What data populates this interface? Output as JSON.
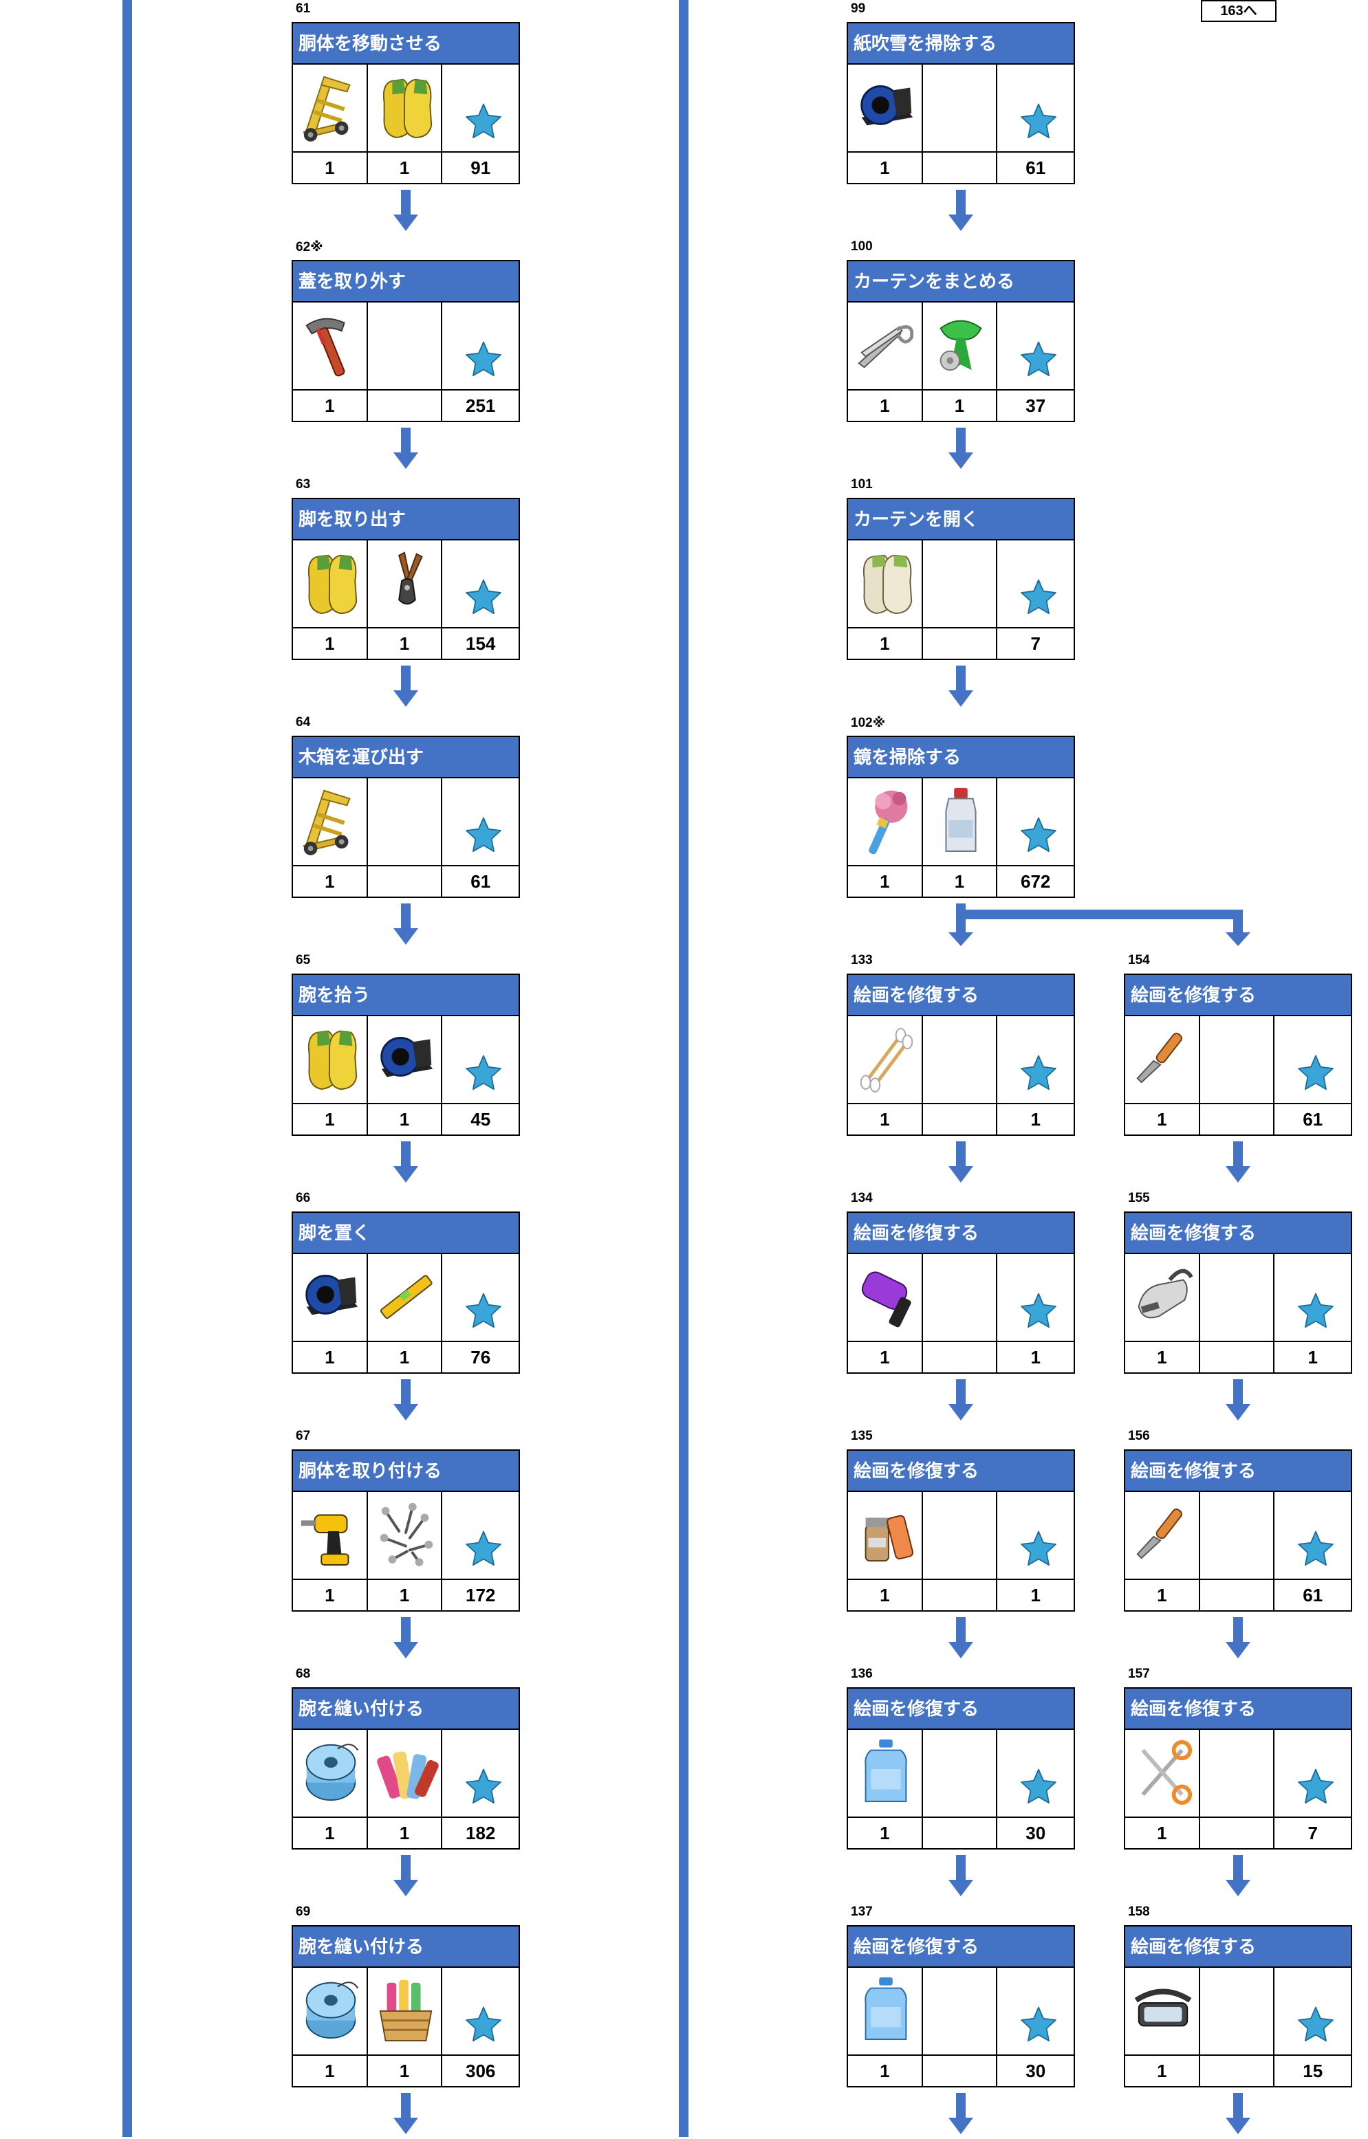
{
  "goto_button": "163へ",
  "accent_color": "#4472c4",
  "steps": [
    {
      "num": "61",
      "title": "胴体を移動させる",
      "items": [
        "hand-truck-icon",
        "work-gloves-icon"
      ],
      "counts": [
        "1",
        "1",
        "91"
      ]
    },
    {
      "num": "62※",
      "title": "蓋を取り外す",
      "items": [
        "claw-hammer-icon"
      ],
      "counts": [
        "1",
        "",
        "251"
      ]
    },
    {
      "num": "63",
      "title": "脚を取り出す",
      "items": [
        "work-gloves-icon",
        "bolt-cutter-icon"
      ],
      "counts": [
        "1",
        "1",
        "154"
      ]
    },
    {
      "num": "64",
      "title": "木箱を運び出す",
      "items": [
        "hand-truck-icon"
      ],
      "counts": [
        "1",
        "",
        "61"
      ]
    },
    {
      "num": "65",
      "title": "腕を拾う",
      "items": [
        "work-gloves-icon",
        "tape-dispenser-icon"
      ],
      "counts": [
        "1",
        "1",
        "45"
      ]
    },
    {
      "num": "66",
      "title": "脚を置く",
      "items": [
        "tape-dispenser-icon",
        "spirit-level-icon"
      ],
      "counts": [
        "1",
        "1",
        "76"
      ]
    },
    {
      "num": "67",
      "title": "胴体を取り付ける",
      "items": [
        "power-drill-icon",
        "screws-icon"
      ],
      "counts": [
        "1",
        "1",
        "172"
      ]
    },
    {
      "num": "68",
      "title": "腕を縫い付ける",
      "items": [
        "thread-spool-icon",
        "fabric-rolls-icon"
      ],
      "counts": [
        "1",
        "1",
        "182"
      ]
    },
    {
      "num": "69",
      "title": "腕を縫い付ける",
      "items": [
        "thread-spool-icon",
        "fabric-basket-icon"
      ],
      "counts": [
        "1",
        "1",
        "306"
      ]
    },
    {
      "num": "99",
      "title": "紙吹雪を掃除する",
      "items": [
        "tape-dispenser-icon"
      ],
      "counts": [
        "1",
        "",
        "61"
      ]
    },
    {
      "num": "100",
      "title": "カーテンをまとめる",
      "items": [
        "thread-snips-icon",
        "ribbon-icon"
      ],
      "counts": [
        "1",
        "1",
        "37"
      ]
    },
    {
      "num": "101",
      "title": "カーテンを開く",
      "items": [
        "cloth-gloves-icon"
      ],
      "counts": [
        "1",
        "",
        "7"
      ]
    },
    {
      "num": "102※",
      "title": "鏡を掃除する",
      "items": [
        "feather-duster-icon",
        "spray-bottle-icon"
      ],
      "counts": [
        "1",
        "1",
        "672"
      ]
    },
    {
      "num": "133",
      "title": "絵画を修復する",
      "items": [
        "cotton-swabs-icon"
      ],
      "counts": [
        "1",
        "",
        "1"
      ]
    },
    {
      "num": "134",
      "title": "絵画を修復する",
      "items": [
        "paint-roller-icon"
      ],
      "counts": [
        "1",
        "",
        "1"
      ]
    },
    {
      "num": "135",
      "title": "絵画を修復する",
      "items": [
        "paint-brushes-icon"
      ],
      "counts": [
        "1",
        "",
        "1"
      ]
    },
    {
      "num": "136",
      "title": "絵画を修復する",
      "items": [
        "water-jug-icon"
      ],
      "counts": [
        "1",
        "",
        "30"
      ]
    },
    {
      "num": "137",
      "title": "絵画を修復する",
      "items": [
        "water-jug-icon"
      ],
      "counts": [
        "1",
        "",
        "30"
      ]
    },
    {
      "num": "154",
      "title": "絵画を修復する",
      "items": [
        "palette-knife-icon"
      ],
      "counts": [
        "1",
        "",
        "61"
      ]
    },
    {
      "num": "155",
      "title": "絵画を修復する",
      "items": [
        "hand-vacuum-icon"
      ],
      "counts": [
        "1",
        "",
        "1"
      ]
    },
    {
      "num": "156",
      "title": "絵画を修復する",
      "items": [
        "palette-knife-icon"
      ],
      "counts": [
        "1",
        "",
        "61"
      ]
    },
    {
      "num": "157",
      "title": "絵画を修復する",
      "items": [
        "scissors-icon"
      ],
      "counts": [
        "1",
        "",
        "7"
      ]
    },
    {
      "num": "158",
      "title": "絵画を修復する",
      "items": [
        "head-magnifier-icon"
      ],
      "counts": [
        "1",
        "",
        "15"
      ]
    }
  ]
}
